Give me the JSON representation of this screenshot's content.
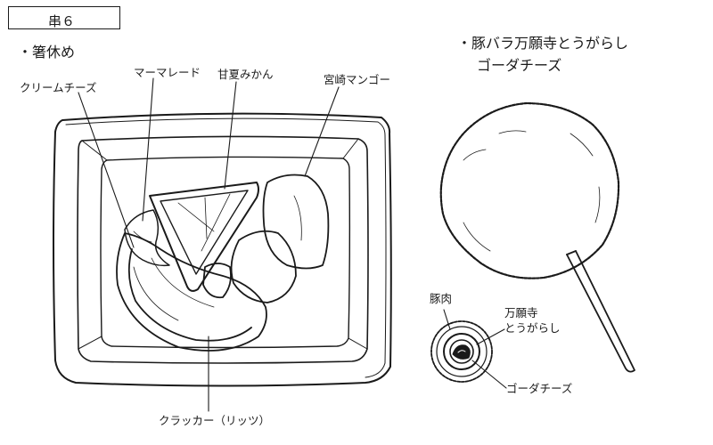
{
  "colors": {
    "ink": "#1a1a1a",
    "paper": "#ffffff"
  },
  "title": "串６",
  "left_section": {
    "heading": "・箸休め",
    "labels": {
      "cream_cheese": "クリームチーズ",
      "marmalade": "マーマレード",
      "amanatsu": "甘夏みかん",
      "mango": "宮崎マンゴー",
      "cracker": "クラッカー（リッツ）"
    }
  },
  "right_section": {
    "heading_line1": "・豚バラ万願寺とうがらし",
    "heading_line2": "ゴーダチーズ",
    "labels": {
      "pork": "豚肉",
      "manganji_line1": "万願寺",
      "manganji_line2": "とうがらし",
      "gouda": "ゴーダチーズ"
    }
  }
}
